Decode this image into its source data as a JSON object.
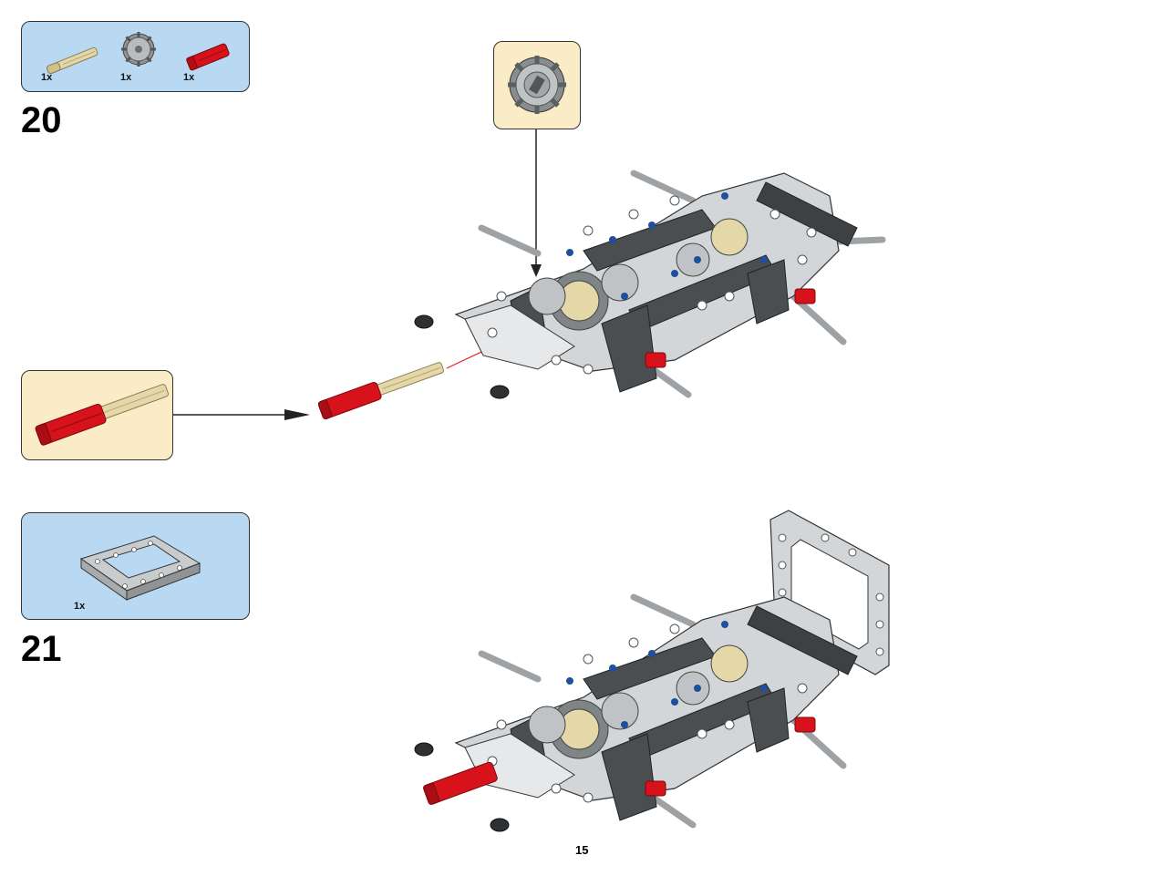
{
  "steps": [
    {
      "number": "20",
      "parts": [
        {
          "qty": "1x",
          "icon": "tan-axle-pin-icon"
        },
        {
          "qty": "1x",
          "icon": "gray-gear-icon"
        },
        {
          "qty": "1x",
          "icon": "red-axle-connector-icon"
        }
      ],
      "callouts": [
        "gear-callout",
        "axle-assembly-callout"
      ]
    },
    {
      "number": "21",
      "parts": [
        {
          "qty": "1x",
          "icon": "gray-frame-icon"
        }
      ]
    }
  ],
  "page_number": "15",
  "colors": {
    "parts_box": "#b9d9f3",
    "callout_box": "#fbecc8",
    "technic_red": "#d8121a",
    "technic_tan": "#e4d8a8",
    "light_gray": "#c8c8c8",
    "dark_gray": "#555a5e",
    "technic_blue": "#1e4f9e"
  }
}
